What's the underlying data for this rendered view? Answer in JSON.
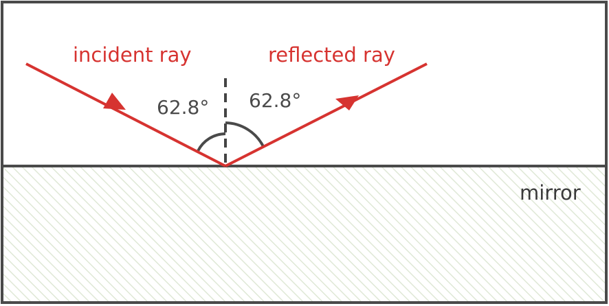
{
  "labels": {
    "incident": "incident ray",
    "reflected": "reflected ray",
    "mirror": "mirror",
    "angle_incidence": "62.8°",
    "angle_reflection": "62.8°"
  },
  "colors": {
    "ray": "#d63330",
    "normal": "#444444",
    "frame": "#4a4a4a",
    "mirror_hatch": "#dfe8d6"
  },
  "angles": {
    "incidence_deg": 62.8,
    "reflection_deg": 62.8
  }
}
